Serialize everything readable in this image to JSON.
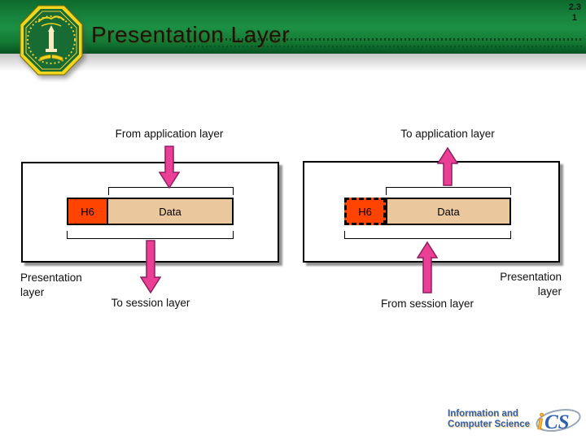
{
  "header": {
    "title": "Presentation Layer",
    "slide_number": {
      "line1": "2.3",
      "line2": "1"
    },
    "emblem_icon": "kfupm-university-seal"
  },
  "diagrams": {
    "left": {
      "top_label": "From application layer",
      "packet": {
        "header": "H6",
        "data": "Data"
      },
      "bottom_label": "To session layer",
      "side_label": {
        "line1": "Presentation",
        "line2": "layer"
      }
    },
    "right": {
      "top_label": "To application layer",
      "packet": {
        "header": "H6",
        "data": "Data"
      },
      "bottom_label": "From session layer",
      "side_label": {
        "line1": "Presentation",
        "line2": "layer"
      }
    }
  },
  "footer": {
    "department": {
      "line1": "Information and",
      "line2": "Computer Science"
    },
    "logo": {
      "i": "i",
      "cs": "CS"
    }
  },
  "colors": {
    "header_green": "#17833c",
    "arrow_pink": "#ea3f94",
    "header_cell_orange": "#ff4301",
    "data_cell_tan": "#ebc79e"
  }
}
